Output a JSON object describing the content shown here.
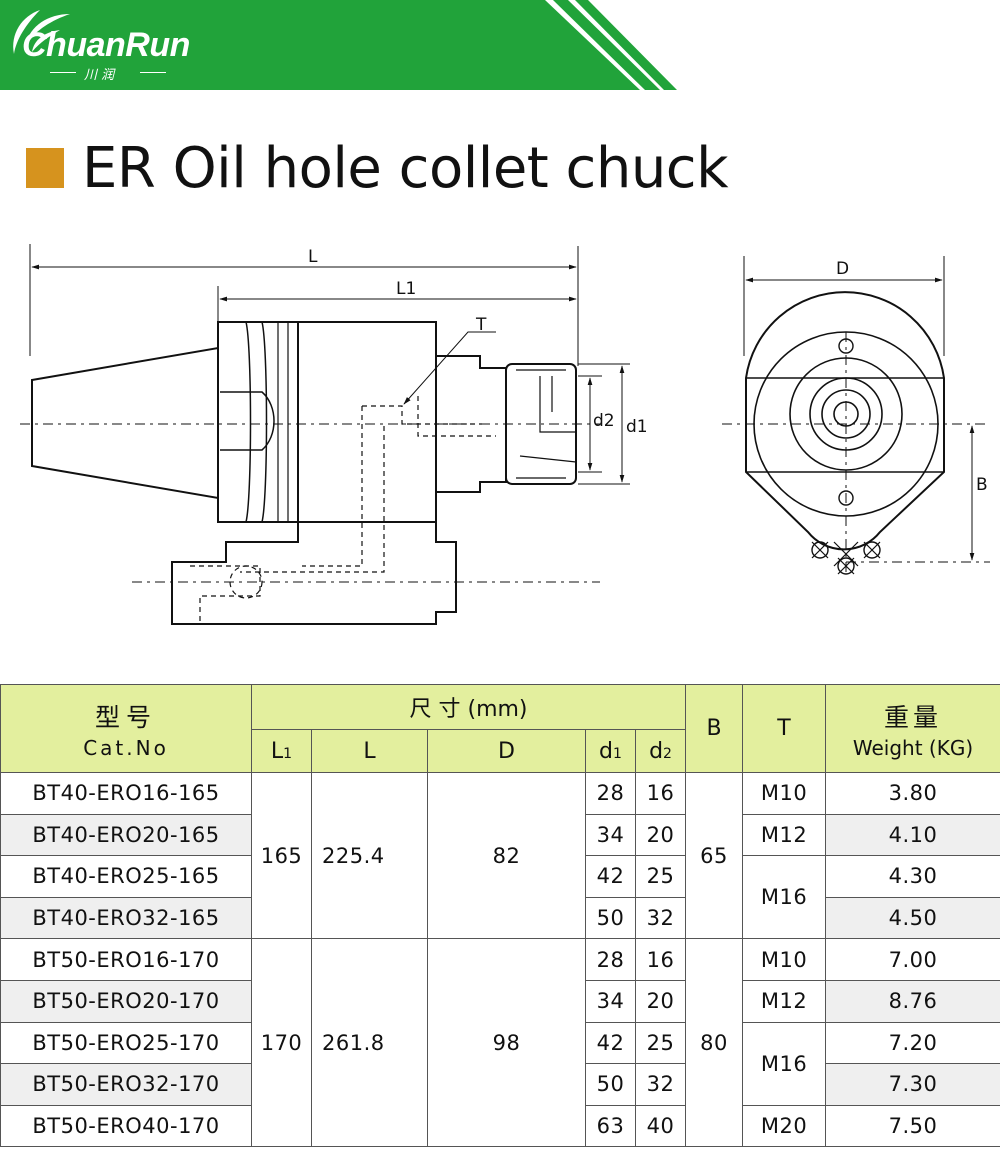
{
  "brand": {
    "logo_text": "ChuanRun",
    "logo_sub": "川 润",
    "banner_color": "#21a33a",
    "stripe_color": "#21a33a"
  },
  "title": {
    "text": "ER Oil hole collet chuck",
    "mark_color": "#d6931e"
  },
  "drawing": {
    "labels": {
      "L": "L",
      "L1": "L1",
      "T": "T",
      "d2": "d2",
      "d1": "d1",
      "D": "D",
      "B": "B"
    }
  },
  "table": {
    "header": {
      "cat_cn": "型号",
      "cat_en": "Cat.No",
      "dims": "尺 寸 (mm)",
      "L1_main": "L",
      "L1_sub": "1",
      "L": "L",
      "D": "D",
      "d1_main": "d",
      "d1_sub": "1",
      "d2_main": "d",
      "d2_sub": "2",
      "B": "B",
      "T": "T",
      "weight_cn": "重量",
      "weight_en": "Weight (KG)"
    },
    "groups": [
      {
        "L1": "165",
        "L": "225.4",
        "D": "82",
        "B": "65",
        "rows": [
          {
            "cat": "BT40-ERO16-165",
            "d1": "28",
            "d2": "16",
            "weight": "3.80"
          },
          {
            "cat": "BT40-ERO20-165",
            "d1": "34",
            "d2": "20",
            "weight": "4.10"
          },
          {
            "cat": "BT40-ERO25-165",
            "d1": "42",
            "d2": "25",
            "weight": "4.30"
          },
          {
            "cat": "BT40-ERO32-165",
            "d1": "50",
            "d2": "32",
            "weight": "4.50"
          }
        ],
        "T": [
          "M10",
          "M12",
          "M16"
        ]
      },
      {
        "L1": "170",
        "L": "261.8",
        "D": "98",
        "B": "80",
        "rows": [
          {
            "cat": "BT50-ERO16-170",
            "d1": "28",
            "d2": "16",
            "weight": "7.00"
          },
          {
            "cat": "BT50-ERO20-170",
            "d1": "34",
            "d2": "20",
            "weight": "8.76"
          },
          {
            "cat": "BT50-ERO25-170",
            "d1": "42",
            "d2": "25",
            "weight": "7.20"
          },
          {
            "cat": "BT50-ERO32-170",
            "d1": "50",
            "d2": "32",
            "weight": "7.30"
          },
          {
            "cat": "BT50-ERO40-170",
            "d1": "63",
            "d2": "40",
            "weight": "7.50"
          }
        ],
        "T": [
          "M10",
          "M12",
          "M16",
          "M20"
        ]
      }
    ],
    "header_color": "#e3ef9e"
  }
}
